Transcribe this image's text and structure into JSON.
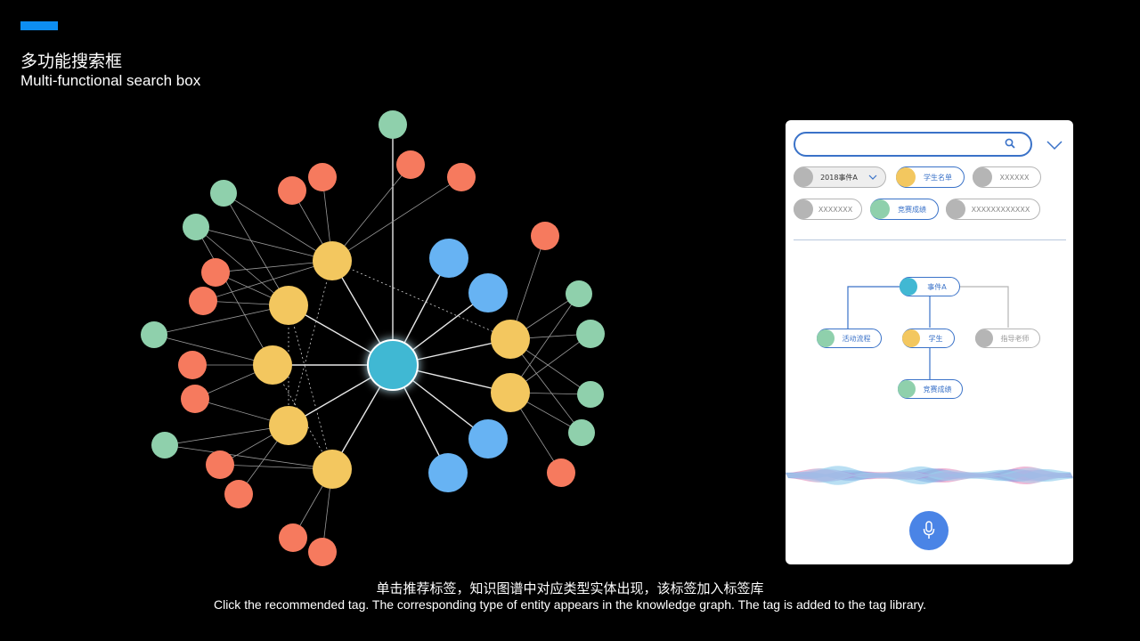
{
  "header": {
    "title_zh": "多功能搜索框",
    "title_en": "Multi-functional search box",
    "accent_color": "#0d8ef2"
  },
  "caption": {
    "zh": "单击推荐标签，知识图谱中对应类型实体出现，该标签加入标签库",
    "en": "Click the recommended tag. The corresponding type of entity appears in the knowledge graph. The tag is added to the tag library."
  },
  "colors": {
    "center": "#41b8d3",
    "yellow": "#f3c75f",
    "blue": "#67b3f3",
    "red": "#f67a5e",
    "green": "#8fd0ac",
    "gray": "#b5b5b5",
    "panel_blue": "#3a72c8",
    "mic": "#4a84e6"
  },
  "panel": {
    "search": {
      "value": "",
      "icon": "search-icon"
    },
    "dropdown_icon": "chevron-down-icon",
    "tags": [
      {
        "label": "2018事件A",
        "color": "gray",
        "active": false,
        "has_chevron": true
      },
      {
        "label": "学生名单",
        "color": "yellow",
        "active": true,
        "has_chevron": false
      },
      {
        "label": "XXXXXX",
        "color": "gray",
        "active": false,
        "has_chevron": false
      },
      {
        "label": "XXXXXXX",
        "color": "gray",
        "active": false,
        "has_chevron": false
      },
      {
        "label": "竞赛成绩",
        "color": "green",
        "active": true,
        "has_chevron": false
      },
      {
        "label": "XXXXXXXXXXXX",
        "color": "gray",
        "active": false,
        "has_chevron": false
      }
    ],
    "tree": {
      "root": {
        "label": "事件A",
        "color": "center"
      },
      "children": [
        {
          "label": "活动流程",
          "color": "green",
          "active": true
        },
        {
          "label": "学生",
          "color": "yellow",
          "active": true
        },
        {
          "label": "指导老师",
          "color": "gray",
          "active": false
        }
      ],
      "grandchild": {
        "label": "竞赛成绩",
        "color": "green",
        "parent": "学生"
      }
    },
    "mic_icon": "microphone-icon"
  }
}
